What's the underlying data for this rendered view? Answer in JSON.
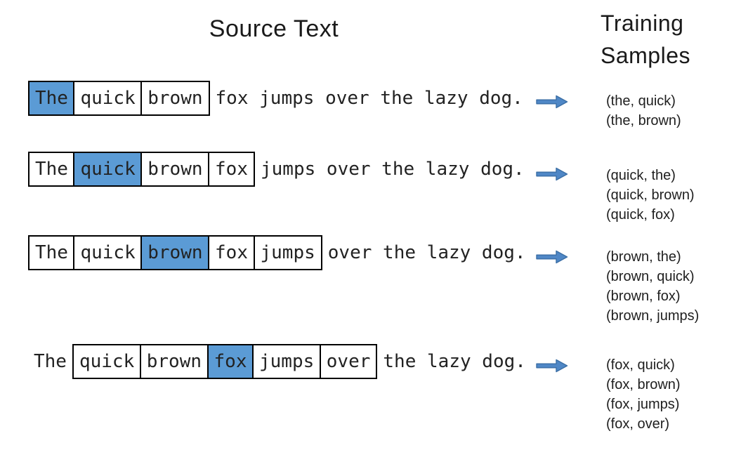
{
  "headers": {
    "source": "Source Text",
    "samples": "Training Samples"
  },
  "colors": {
    "highlight_blue": "#5B9BD5",
    "box_border": "#000000",
    "arrow_fill": "#4F87C6",
    "arrow_stroke": "#3A6EA5",
    "text": "#1f1f1f"
  },
  "icons": {
    "arrow": "right-arrow-icon"
  },
  "rows": [
    {
      "tokens": [
        {
          "t": "The",
          "box": true,
          "hl": true
        },
        {
          "t": "quick",
          "box": true,
          "hl": false
        },
        {
          "t": "brown",
          "box": true,
          "hl": false
        }
      ],
      "rest": "fox jumps over the lazy dog.",
      "samples": [
        "(the, quick)",
        "(the, brown)"
      ]
    },
    {
      "tokens": [
        {
          "t": "The",
          "box": true,
          "hl": false
        },
        {
          "t": "quick",
          "box": true,
          "hl": true
        },
        {
          "t": "brown",
          "box": true,
          "hl": false
        },
        {
          "t": "fox",
          "box": true,
          "hl": false
        }
      ],
      "rest": "jumps over the lazy dog.",
      "samples": [
        "(quick, the)",
        "(quick, brown)",
        "(quick, fox)"
      ]
    },
    {
      "tokens": [
        {
          "t": "The",
          "box": true,
          "hl": false
        },
        {
          "t": "quick",
          "box": true,
          "hl": false
        },
        {
          "t": "brown",
          "box": true,
          "hl": true
        },
        {
          "t": "fox",
          "box": true,
          "hl": false
        },
        {
          "t": "jumps",
          "box": true,
          "hl": false
        }
      ],
      "rest": "over the lazy dog.",
      "samples": [
        "(brown, the)",
        "(brown, quick)",
        "(brown, fox)",
        "(brown, jumps)"
      ]
    },
    {
      "prefix": "The",
      "tokens": [
        {
          "t": "quick",
          "box": true,
          "hl": false
        },
        {
          "t": "brown",
          "box": true,
          "hl": false
        },
        {
          "t": "fox",
          "box": true,
          "hl": true
        },
        {
          "t": "jumps",
          "box": true,
          "hl": false
        },
        {
          "t": "over",
          "box": true,
          "hl": false
        }
      ],
      "rest": "the lazy dog.",
      "samples": [
        "(fox, quick)",
        "(fox, brown)",
        "(fox, jumps)",
        "(fox, over)"
      ]
    }
  ]
}
